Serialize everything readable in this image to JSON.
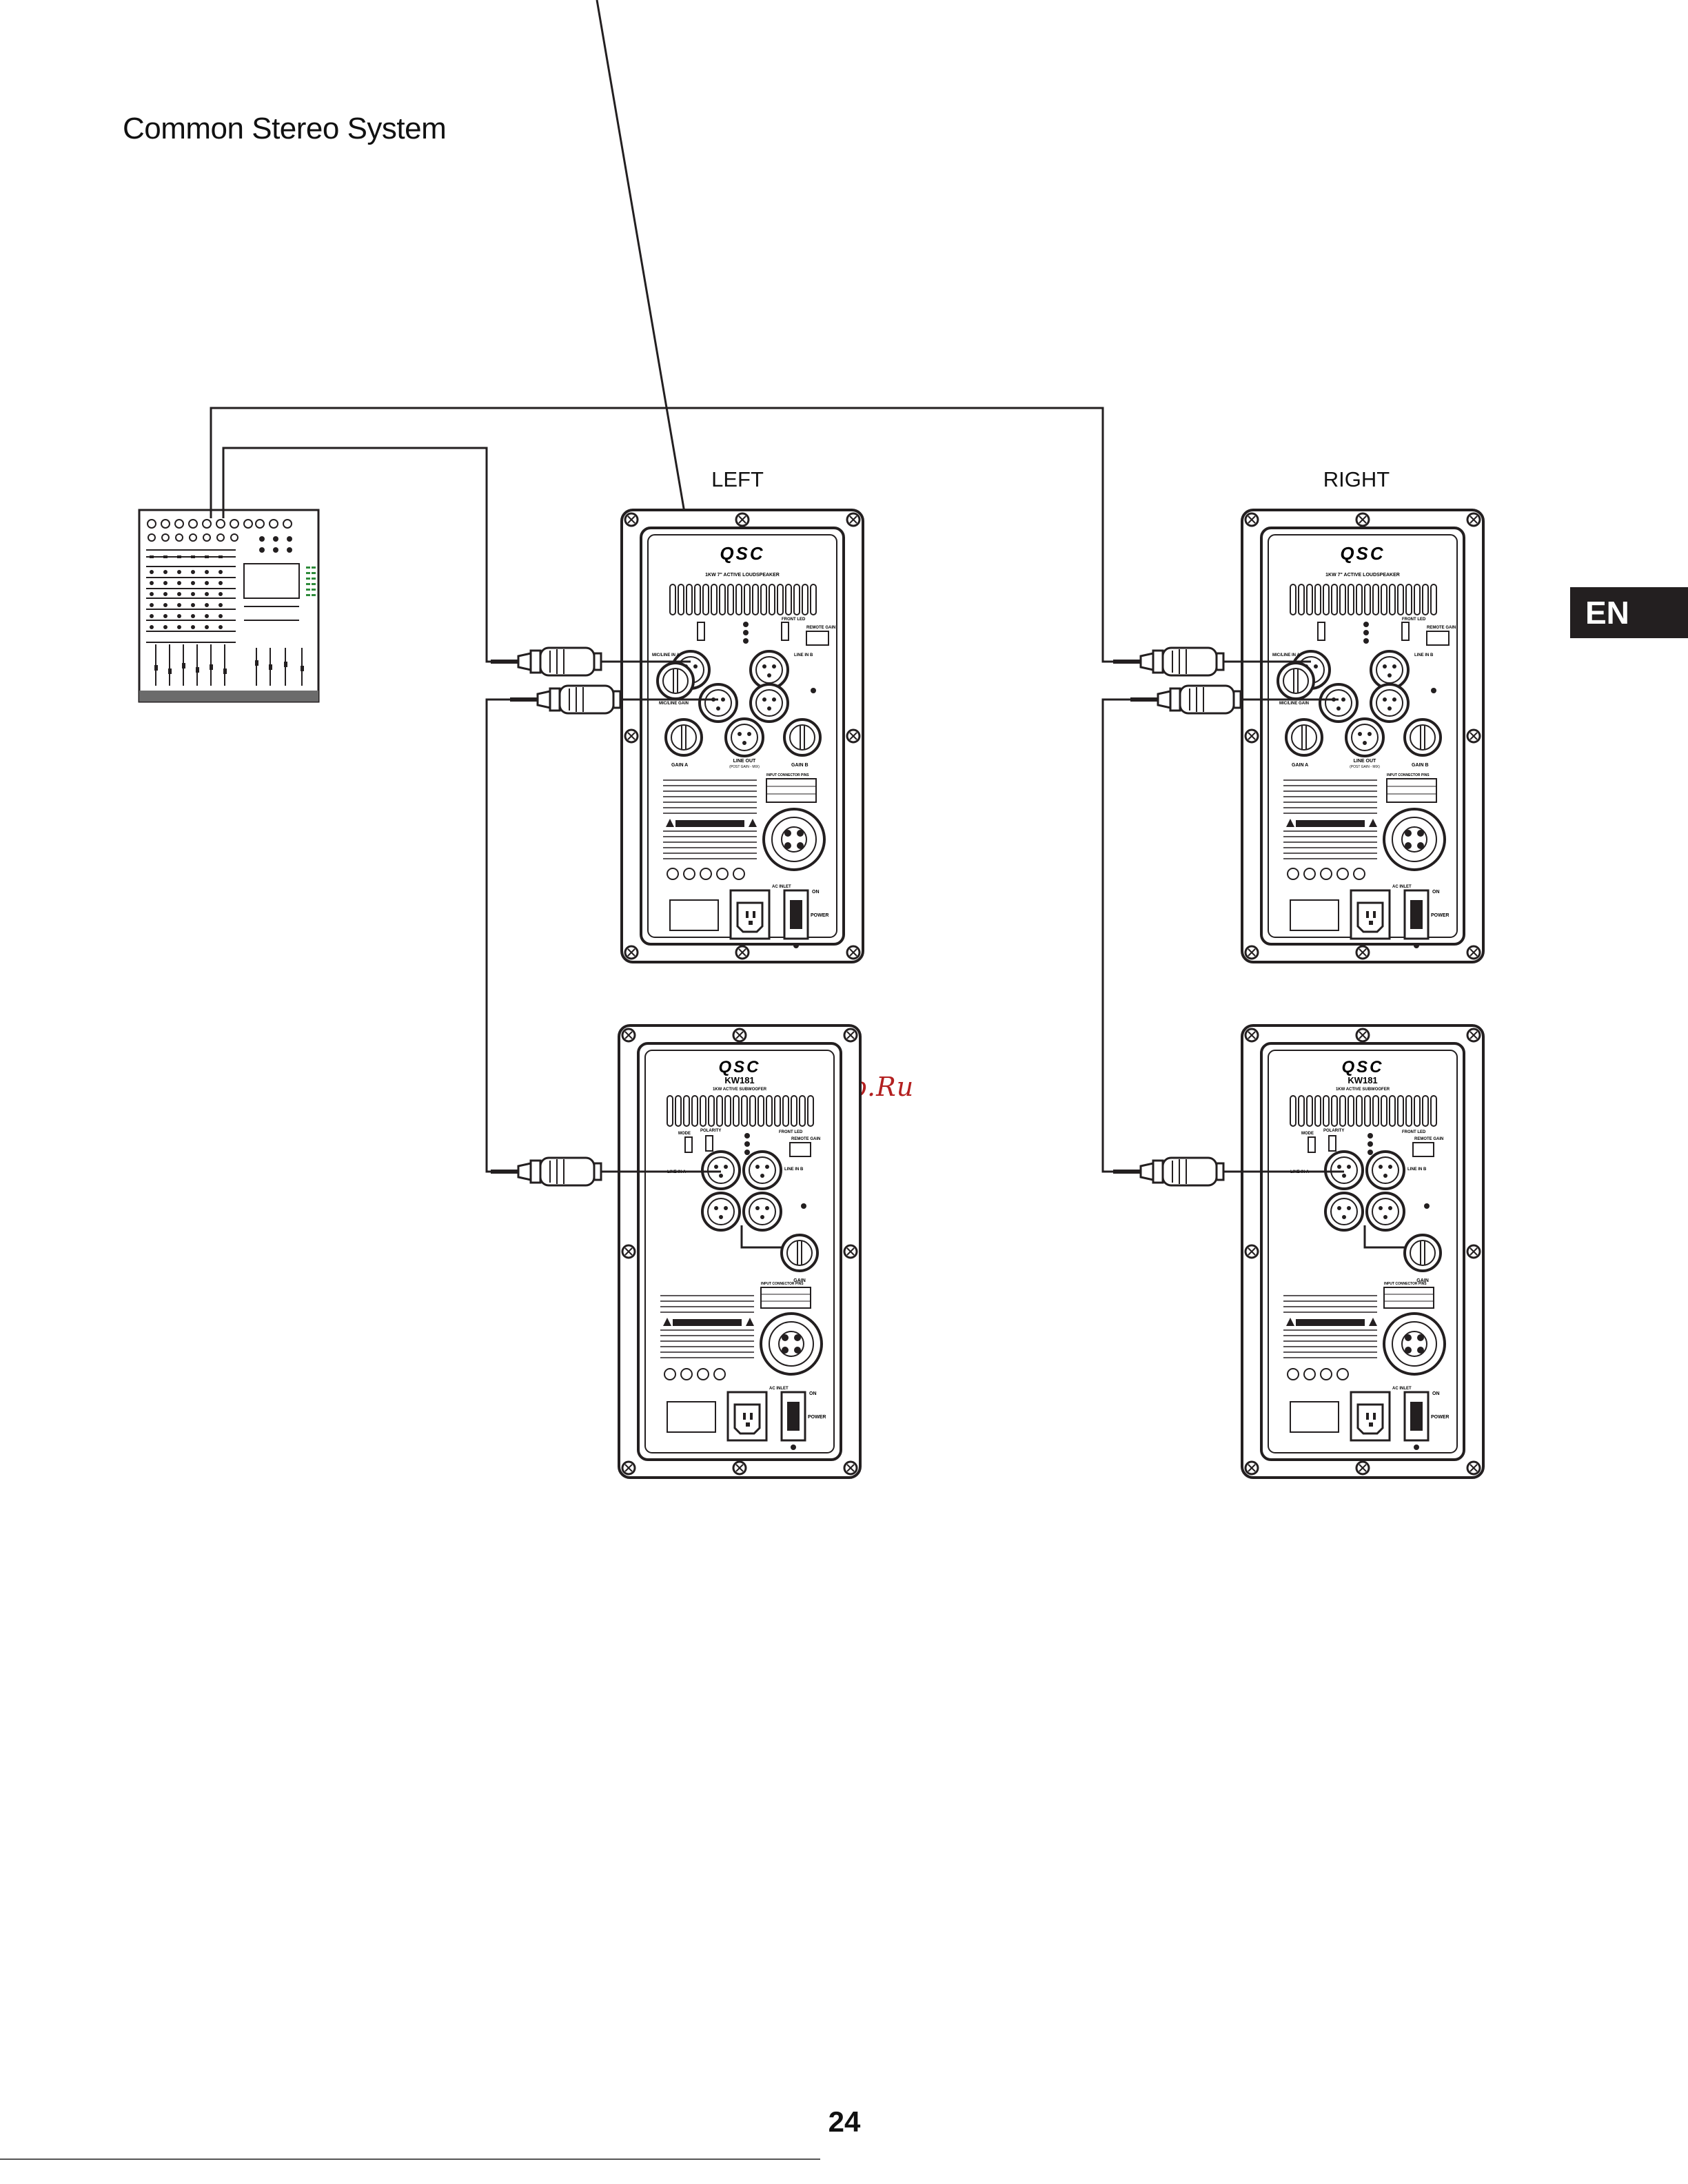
{
  "page": {
    "title": "Common Stereo System",
    "language_tab": "EN",
    "page_number": "24",
    "watermark": "McGrp.Ru"
  },
  "labels": {
    "left": "LEFT",
    "right": "RIGHT"
  },
  "panel_top": {
    "brand": "QSC",
    "subtitle": "1KW 7\" ACTIVE LOUDSPEAKER",
    "front_led": "FRONT LED",
    "remote_gain": "REMOTE GAIN",
    "mic_line_in": "MIC/LINE IN A",
    "line_in_b": "LINE IN B",
    "mic_line_gain": "MIC/LINE GAIN",
    "gain_a": "GAIN A",
    "gain_b": "GAIN B",
    "line_out": "LINE OUT",
    "line_out_sub": "(POST GAIN - MIX)",
    "ac_inlet": "AC INLET",
    "on": "ON",
    "power": "POWER",
    "input_pins": "INPUT CONNECTOR PINS"
  },
  "panel_sub": {
    "brand": "QSC",
    "model": "KW181",
    "subtitle": "1KW ACTIVE SUBWOOFER",
    "mode": "MODE",
    "polarity": "POLARITY",
    "front_led": "FRONT LED",
    "remote_gain": "REMOTE GAIN",
    "line_in_a": "LINE IN A",
    "line_in_b": "LINE IN B",
    "gain": "GAIN",
    "ac_inlet": "AC INLET",
    "on": "ON",
    "power": "POWER",
    "input_pins": "INPUT CONNECTOR PINS"
  },
  "colors": {
    "ink": "#231f20",
    "tab_bg": "#231f20",
    "watermark": "#b32020"
  }
}
